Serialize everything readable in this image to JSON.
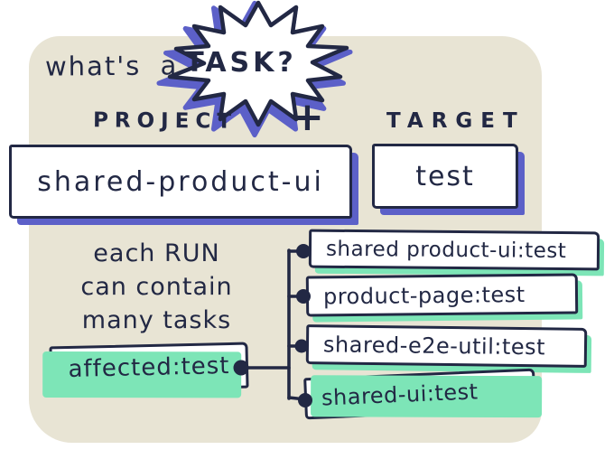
{
  "colors": {
    "ink": "#222844",
    "purple": "#5c60c8",
    "mint": "#7de5b7",
    "beige": "#e8e4d4",
    "paper": "#ffffff"
  },
  "title": {
    "prefix": "what's a",
    "burst_word": "TASK?"
  },
  "formula": {
    "project_label": "PROJECT",
    "project_value": "shared-product-ui",
    "plus_sign": "+",
    "target_label": "TARGET",
    "target_value": "test"
  },
  "note_lines": [
    "each RUN",
    "can contain",
    "many tasks"
  ],
  "run_tree": {
    "source_task": "affected:test",
    "tasks": [
      "shared product-ui:test",
      "product-page:test",
      "shared-e2e-util:test",
      "shared-ui:test"
    ]
  }
}
